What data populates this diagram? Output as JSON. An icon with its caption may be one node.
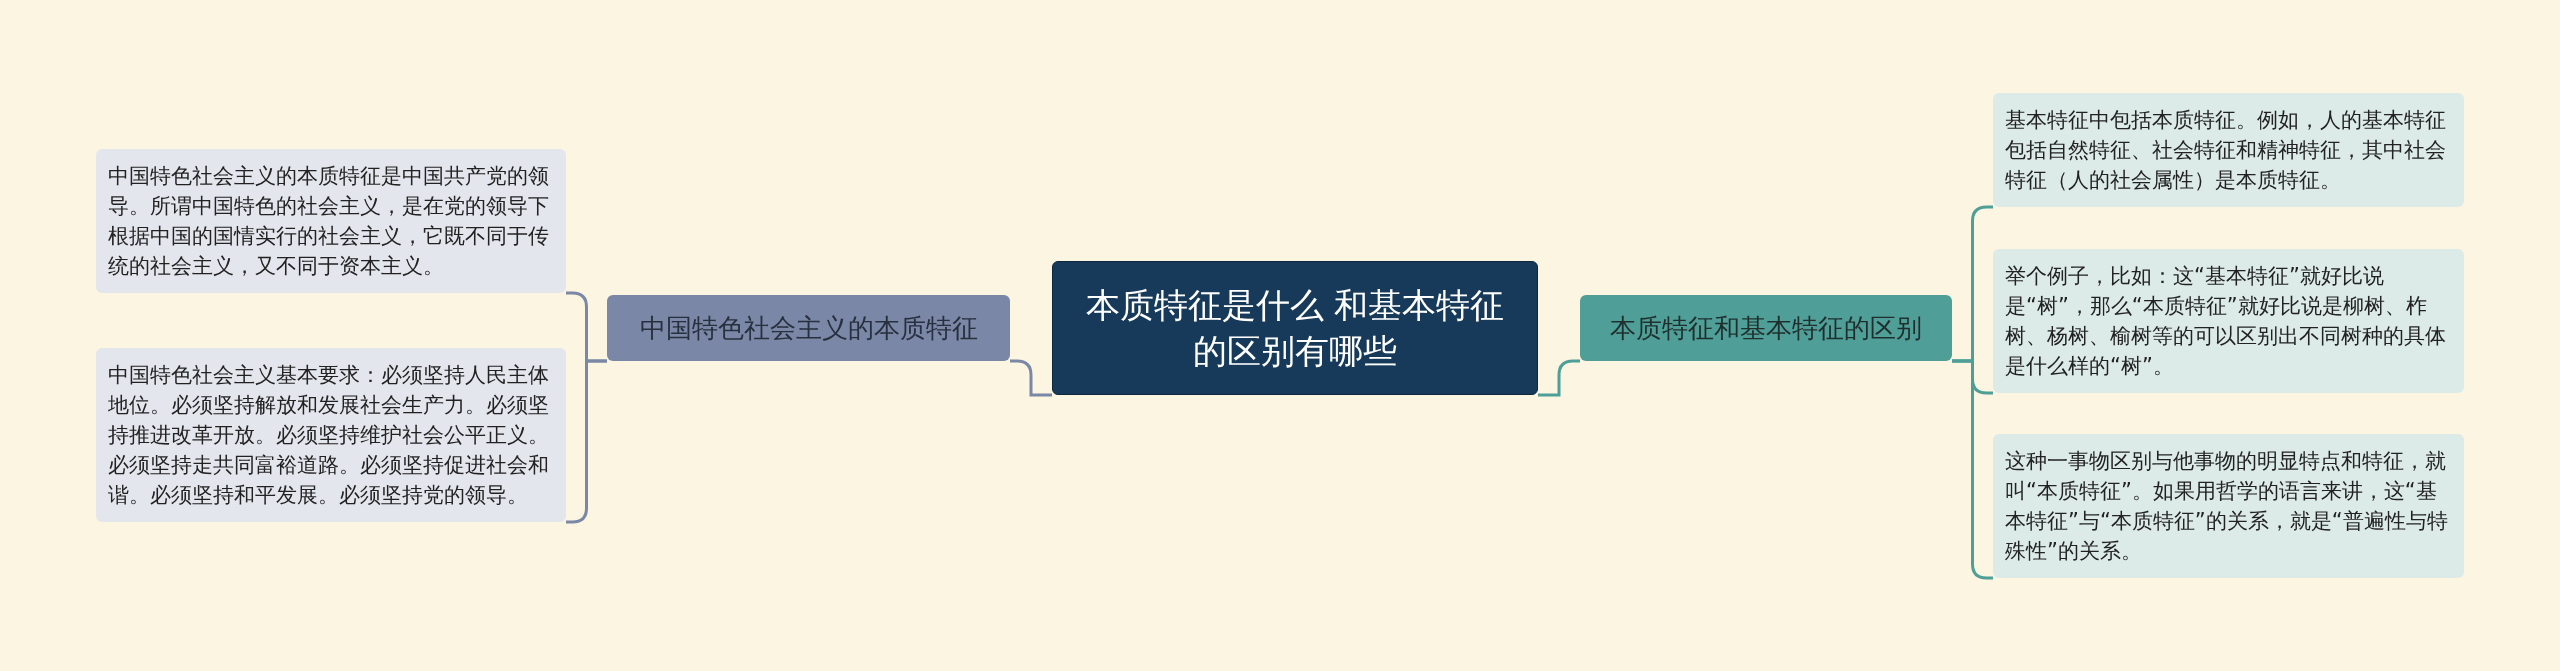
{
  "diagram": {
    "nodes": [
      {
        "text": [
          "本质特征是什么 和基本特征的区别有哪些"
        ]
      },
      {
        "text": [
          "中国特色社会主义的本质特征"
        ]
      },
      {
        "text": [
          "中国特色社会主义的本质特征是中国共产党的领导。所谓中国特色的社会主义，是在党的领导下根据中国的国情实行的社会主义，它既不同于传统的社会主义，又不同于资本主义。"
        ]
      },
      {
        "text": [
          "中国特色社会主义基本要求：必须坚持人民主体地位。必须坚持解放和发展社会生产力。必须坚持推进改革开放。必须坚持维护社会公平正义。必须坚持走共同富裕道路。必须坚持促进社会和谐。必须坚持和平发展。必须坚持党的领导。"
        ]
      },
      {
        "text": [
          "本质特征和基本特征的区别"
        ]
      },
      {
        "text": [
          "基本特征中包括本质特征。例如，人的基本特征包括自然特征、社会特征和精神特征，其中社会特征（人的社会属性）是本质特征。"
        ]
      },
      {
        "text": [
          "举个例子，比如：这“基本特征”就好比说是“树”，那么“本质特征”就好比说是柳树、柞树、杨树、榆树等的可以区别出不同树种的具体是什么样的“树”。"
        ]
      },
      {
        "text": [
          "这种一事物区别与他事物的明显特点和特征，就叫“本质特征”。如果用哲学的语言来讲，这“基本特征”与“本质特征”的关系，就是“普遍性与特殊性”的关系。"
        ]
      }
    ],
    "edges": [
      {
        "from": 0,
        "to": 1,
        "arrow": "none",
        "color": "#7b87a6"
      },
      {
        "from": 1,
        "to": 2,
        "arrow": "none",
        "color": "#7b87a6"
      },
      {
        "from": 1,
        "to": 3,
        "arrow": "none",
        "color": "#7b87a6"
      },
      {
        "from": 0,
        "to": 4,
        "arrow": "none",
        "color": "#4f9f98"
      },
      {
        "from": 4,
        "to": 5,
        "arrow": "none",
        "color": "#4f9f98"
      },
      {
        "from": 4,
        "to": 6,
        "arrow": "none",
        "color": "#4f9f98"
      },
      {
        "from": 4,
        "to": 7,
        "arrow": "none",
        "color": "#4f9f98"
      }
    ]
  }
}
